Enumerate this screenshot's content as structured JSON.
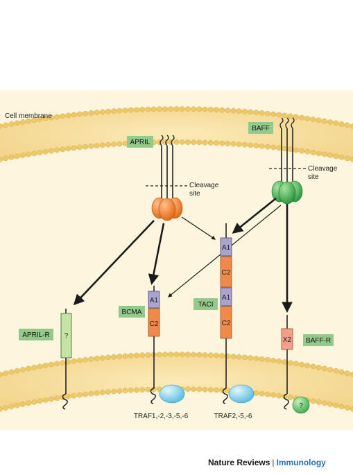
{
  "labels": {
    "cell_membrane": "Cell membrane",
    "april": "APRIL",
    "baff": "BAFF",
    "cleavage_left_1": "Cleavage",
    "cleavage_left_2": "site",
    "cleavage_right_1": "Cleavage",
    "cleavage_right_2": "site",
    "april_r": "APRIL-R",
    "april_r_domain": "?",
    "bcma": "BCMA",
    "taci": "TACI",
    "baff_r": "BAFF-R",
    "domain_a1": "A1",
    "domain_c2": "C2",
    "domain_x2": "X2",
    "traf_left": "TRAF1,-2,-3,-5,-6",
    "traf_mid": "TRAF2,-5,-6",
    "unknown_adapter": "?"
  },
  "credit": {
    "publisher": "Nature Reviews",
    "separator": "|",
    "journal": "Immunology"
  },
  "colors": {
    "background_band": "#fdf3d6",
    "membrane_fill": "#f6e2a4",
    "lipid_head": "#eec96a",
    "label_box": "#93c98a",
    "april_trimer": "#ef7b2a",
    "baff_trimer": "#3fa84d",
    "domain_a1": "#a9a3cf",
    "domain_c2": "#f08a4b",
    "domain_x2": "#f2a08e",
    "april_r_domain": "#c6e3a6",
    "traf": "#8fd3ea"
  }
}
